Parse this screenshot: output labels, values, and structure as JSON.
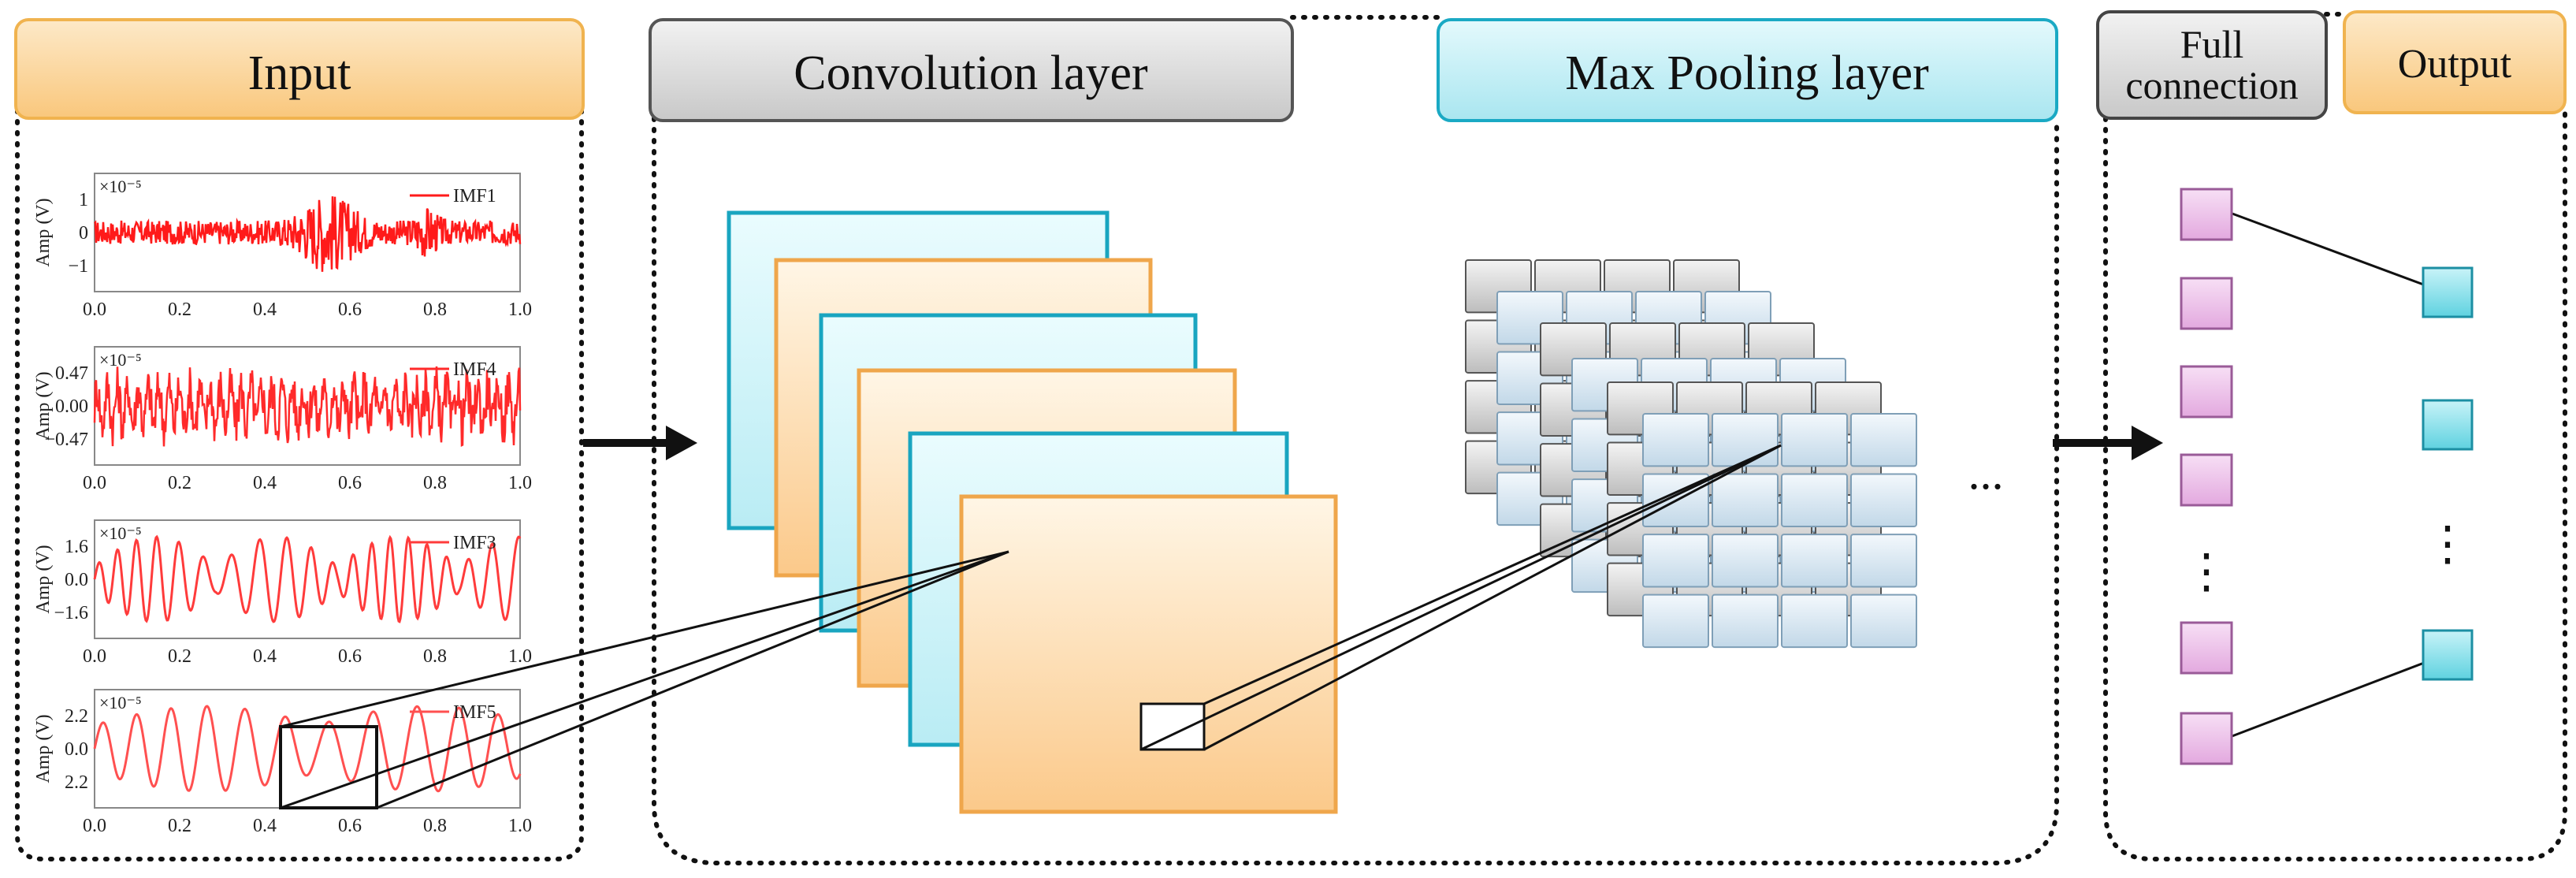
{
  "sections": {
    "input": "Input",
    "convolution": "Convolution layer",
    "max_pooling": "Max Pooling layer",
    "full_connection_line1": "Full",
    "full_connection_line2": "connection",
    "output": "Output"
  },
  "plots": [
    {
      "legend": "IMF1",
      "scale": "×10⁻⁵",
      "yticks": [
        "1",
        "0",
        "−1"
      ],
      "xticks": [
        "0.0",
        "0.2",
        "0.4",
        "0.6",
        "0.8",
        "1.0"
      ],
      "ylabel": "Amp (V)",
      "color": "#ff1a1a"
    },
    {
      "legend": "IMF4",
      "scale": "×10⁻⁵",
      "yticks": [
        "0.47",
        "0.00",
        "−0.47"
      ],
      "xticks": [
        "0.0",
        "0.2",
        "0.4",
        "0.6",
        "0.8",
        "1.0"
      ],
      "ylabel": "Amp (V)",
      "color": "#ff2a2a"
    },
    {
      "legend": "IMF3",
      "scale": "×10⁻⁵",
      "yticks": [
        "1.6",
        "0.0",
        "−1.6"
      ],
      "xticks": [
        "0.0",
        "0.2",
        "0.4",
        "0.6",
        "0.8",
        "1.0"
      ],
      "ylabel": "Amp (V)",
      "color": "#ff3b3b"
    },
    {
      "legend": "IMF5",
      "scale": "×10⁻⁵",
      "yticks": [
        "2.2",
        "0.0",
        "2.2"
      ],
      "xticks": [
        "0.0",
        "0.2",
        "0.4",
        "0.6",
        "0.8",
        "1.0"
      ],
      "ylabel": "Amp (V)",
      "color": "#ff5050"
    }
  ],
  "ellipsis": "...",
  "vertical_ellipsis": "⋮",
  "colors": {
    "orange_header": "#fbd59a",
    "gray_header": "#d9d9d9",
    "cyan_header": "#bfeef5",
    "cyan_fill": "#ccf1f6",
    "cyan_border": "#1aa9c4",
    "orange_fill": "#fde2b8",
    "orange_border": "#f0a94d",
    "pink_node": "#ebbde8",
    "cyan_node": "#7fdde8"
  }
}
